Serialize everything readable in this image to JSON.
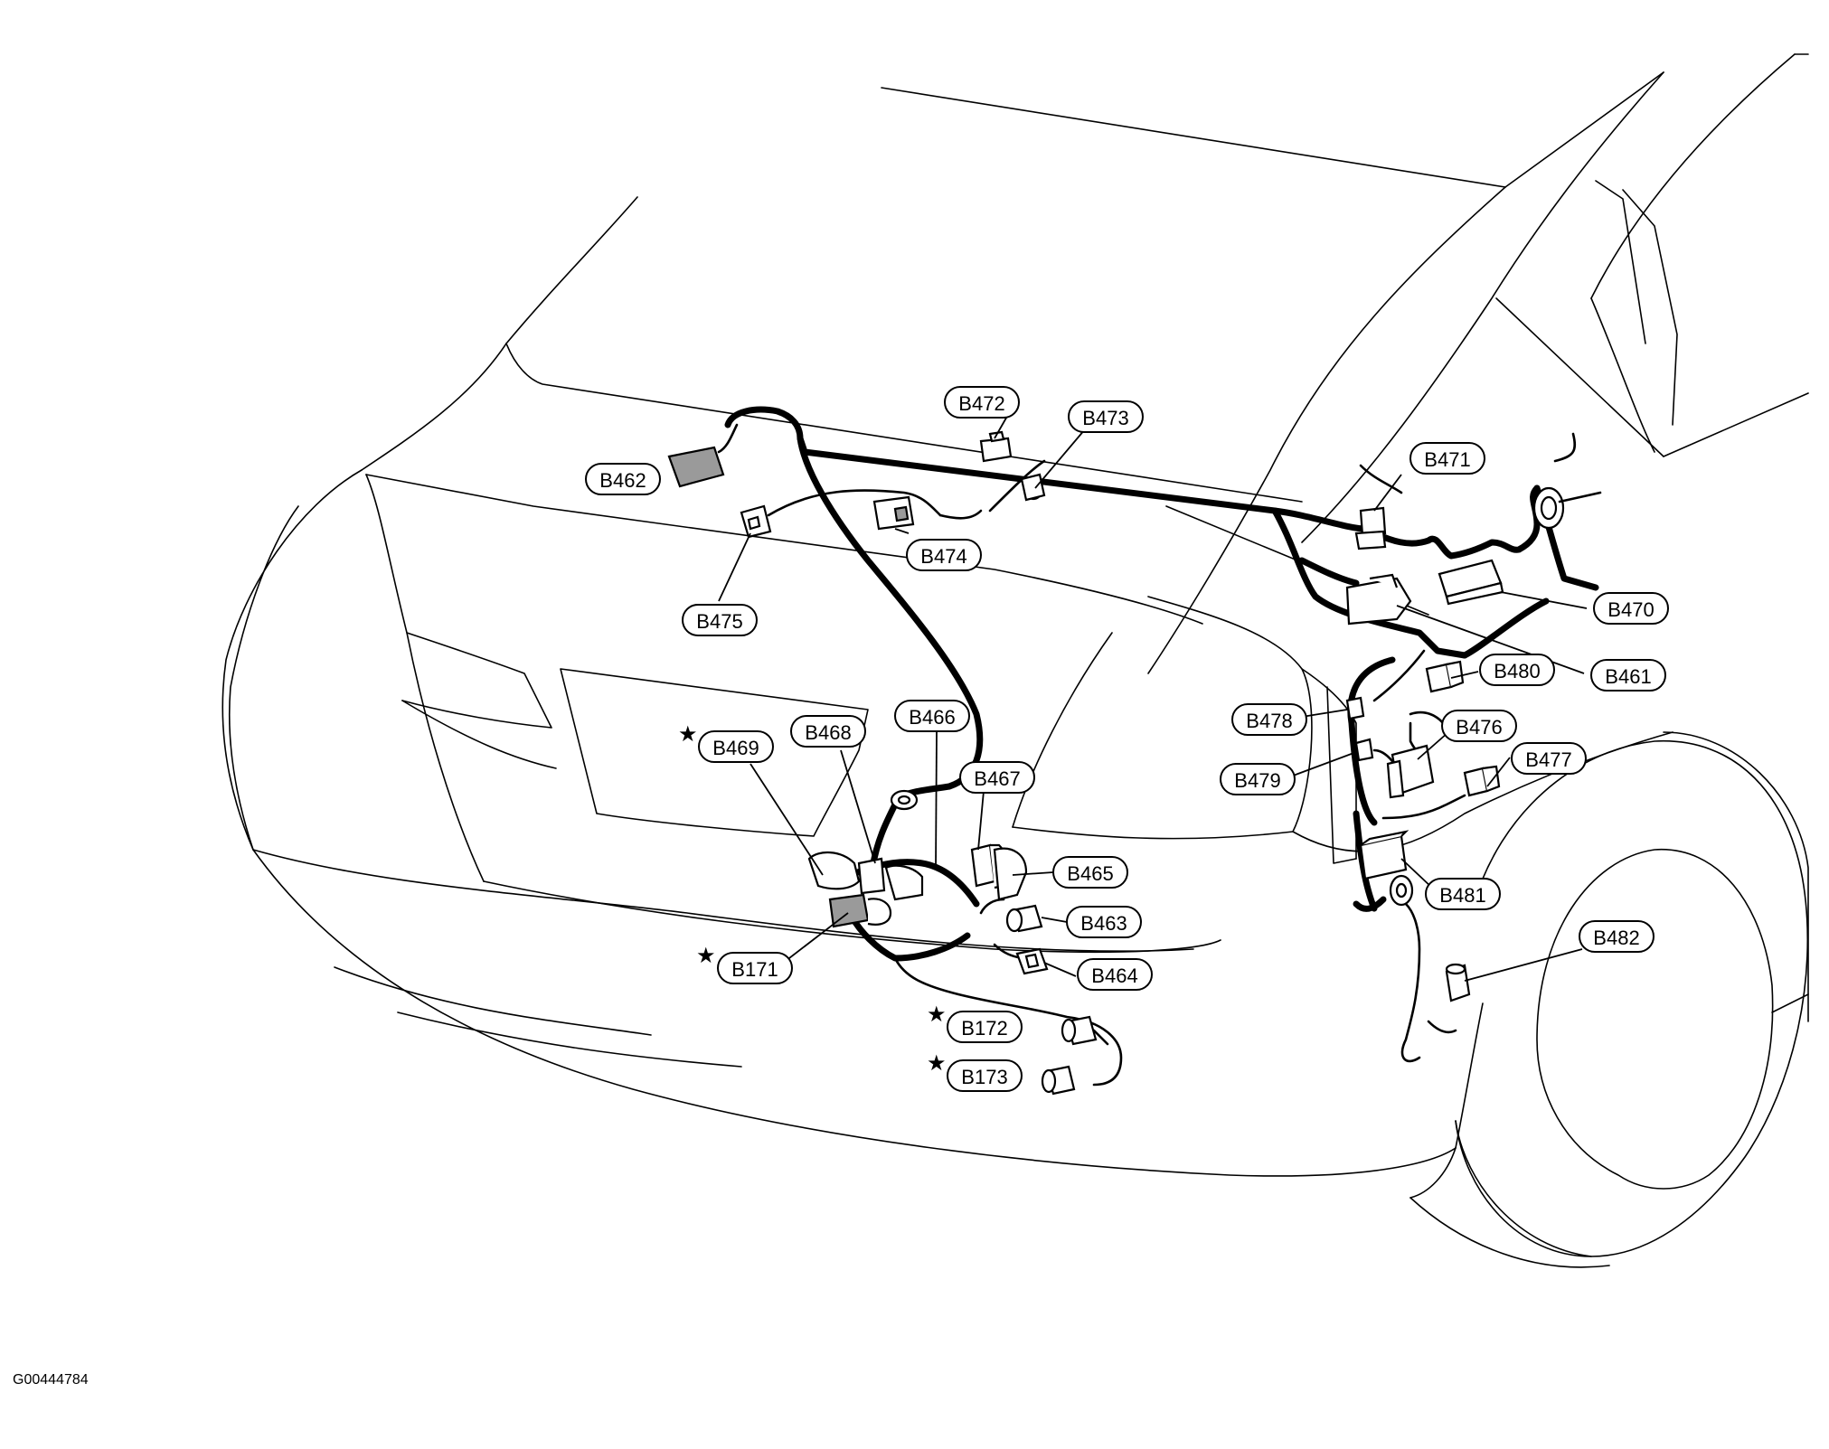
{
  "figure_id": "G00444784",
  "star_symbol": "★",
  "callouts": [
    {
      "id": "B472",
      "label": "B472"
    },
    {
      "id": "B473",
      "label": "B473"
    },
    {
      "id": "B462",
      "label": "B462"
    },
    {
      "id": "B471",
      "label": "B471"
    },
    {
      "id": "B474",
      "label": "B474"
    },
    {
      "id": "B475",
      "label": "B475"
    },
    {
      "id": "B470",
      "label": "B470"
    },
    {
      "id": "B461",
      "label": "B461"
    },
    {
      "id": "B480",
      "label": "B480"
    },
    {
      "id": "B478",
      "label": "B478"
    },
    {
      "id": "B476",
      "label": "B476"
    },
    {
      "id": "B466",
      "label": "B466"
    },
    {
      "id": "B468",
      "label": "B468"
    },
    {
      "id": "B469",
      "label": "B469",
      "starred": true
    },
    {
      "id": "B477",
      "label": "B477"
    },
    {
      "id": "B479",
      "label": "B479"
    },
    {
      "id": "B467",
      "label": "B467"
    },
    {
      "id": "B465",
      "label": "B465"
    },
    {
      "id": "B481",
      "label": "B481"
    },
    {
      "id": "B463",
      "label": "B463"
    },
    {
      "id": "B482",
      "label": "B482"
    },
    {
      "id": "B171",
      "label": "B171",
      "starred": true
    },
    {
      "id": "B464",
      "label": "B464"
    },
    {
      "id": "B172",
      "label": "B172",
      "starred": true
    },
    {
      "id": "B173",
      "label": "B173",
      "starred": true
    }
  ]
}
